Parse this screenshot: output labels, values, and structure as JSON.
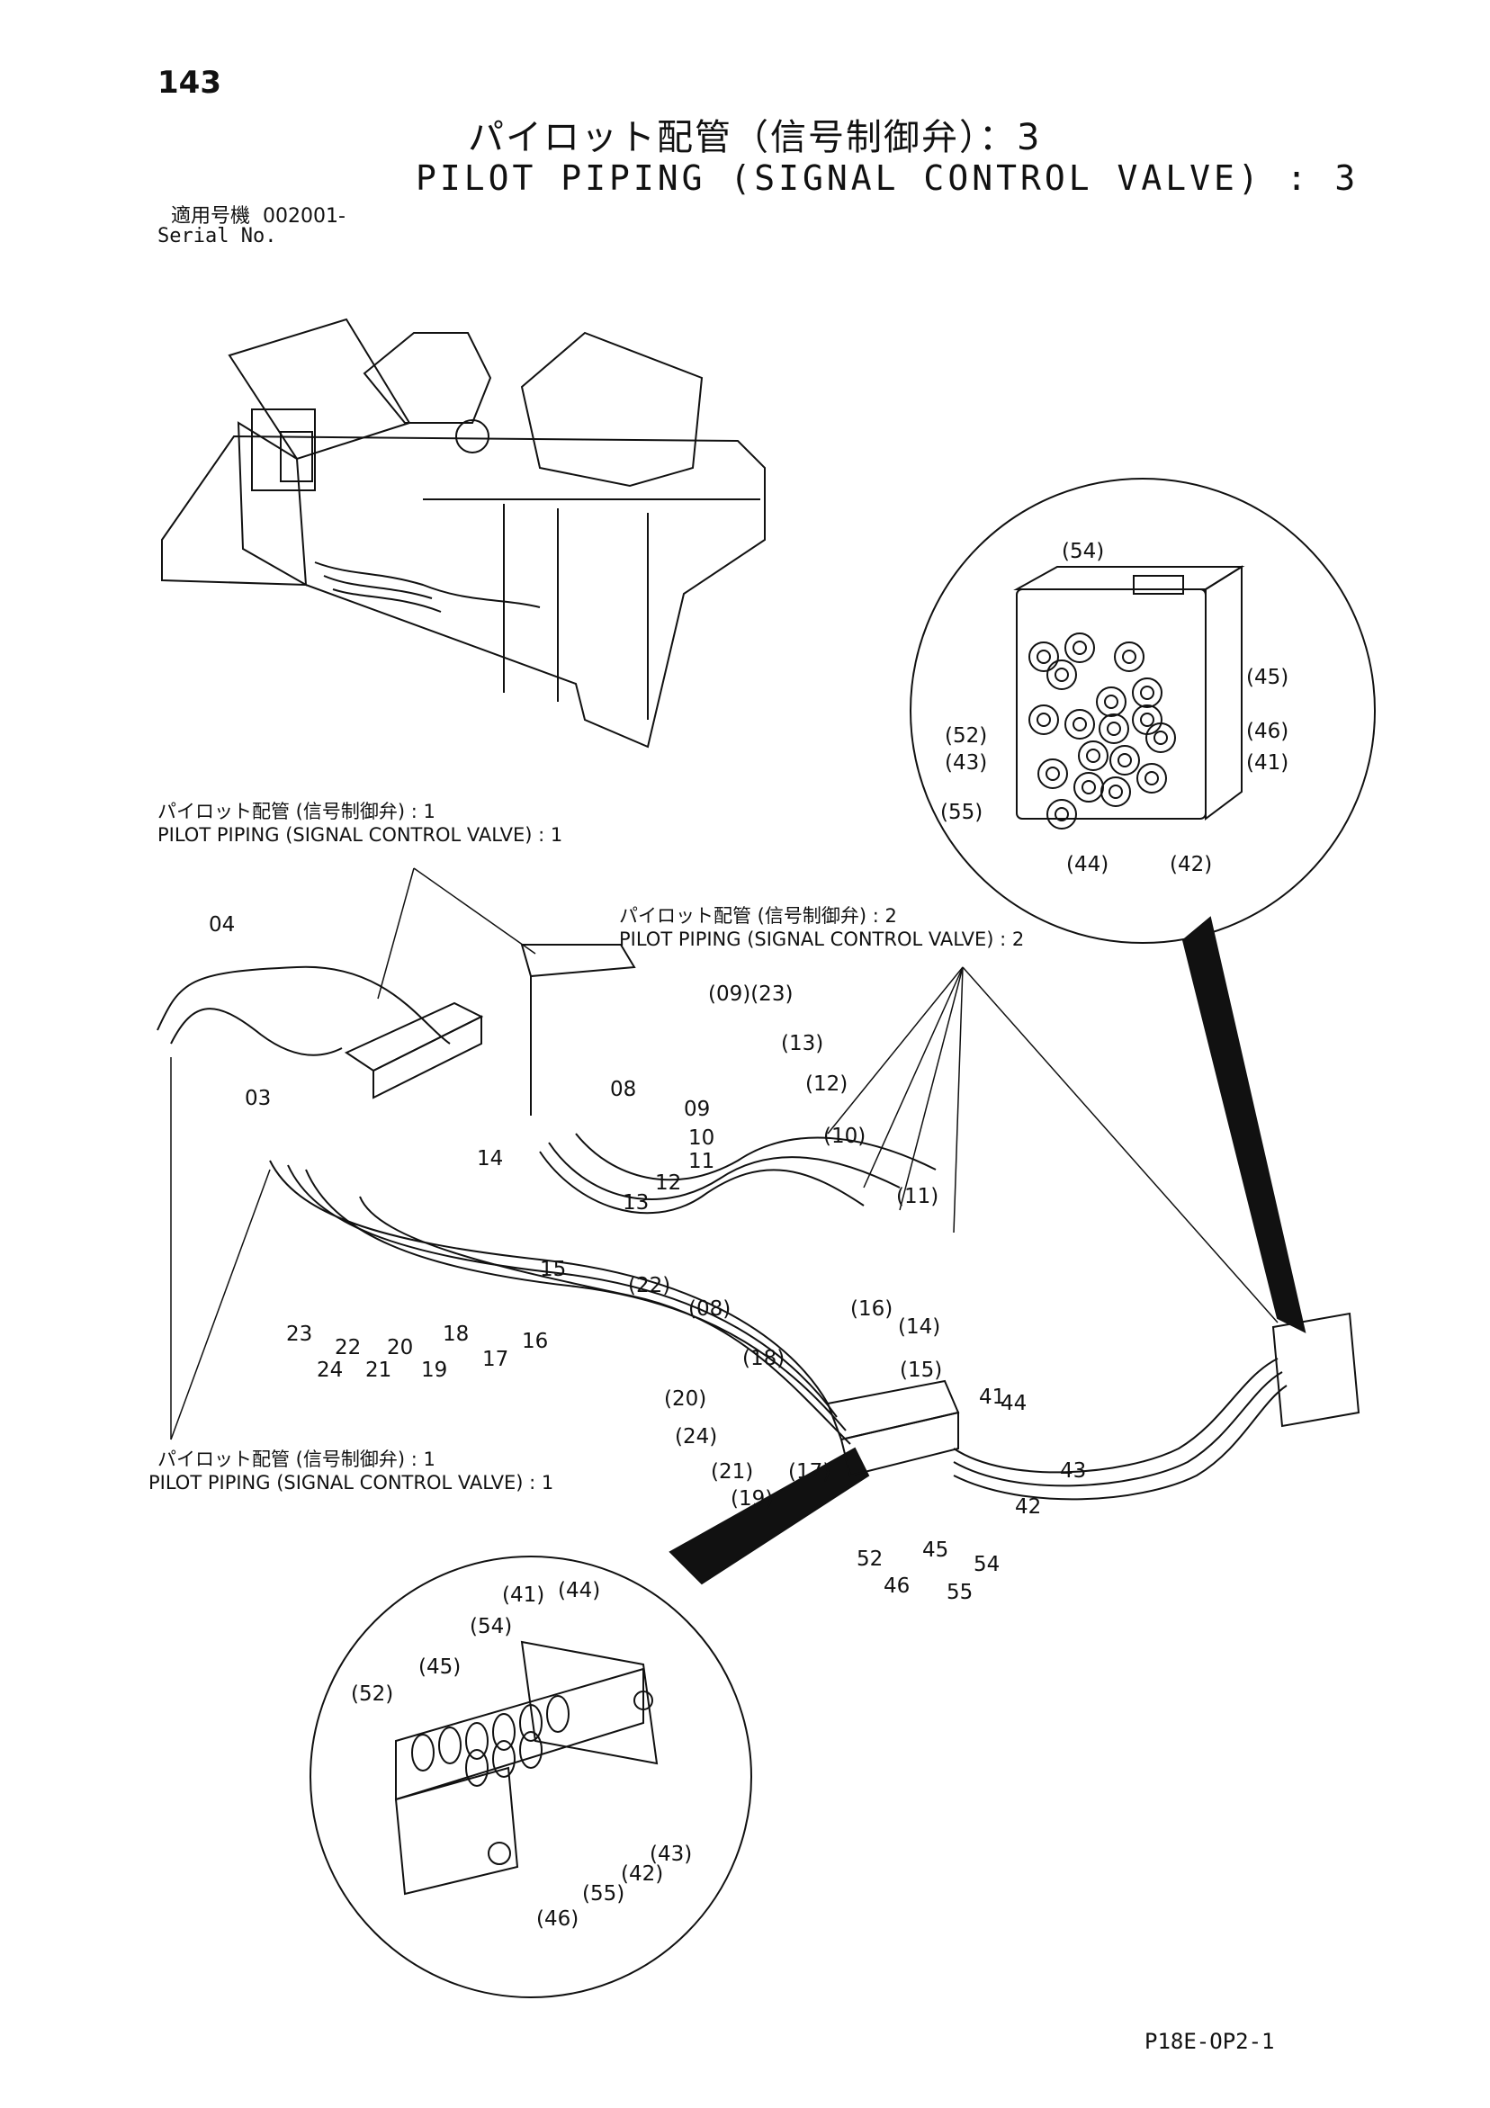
{
  "page_number": "143",
  "title_jp": "パイロット配管（信号制御弁）：3",
  "title_en": "PILOT PIPING (SIGNAL CONTROL VALVE) : 3",
  "serial": {
    "label_jp": "適用号機",
    "value": "002001-",
    "label_en": "Serial No."
  },
  "references": [
    {
      "jp": "パイロット配管 (信号制御弁) : 1",
      "en": "PILOT PIPING (SIGNAL CONTROL VALVE) : 1"
    },
    {
      "jp": "パイロット配管 (信号制御弁) : 2",
      "en": "PILOT PIPING (SIGNAL CONTROL VALVE) : 2"
    },
    {
      "jp": "パイロット配管 (信号制御弁) : 1",
      "en": "PILOT PIPING (SIGNAL CONTROL VALVE) : 1"
    }
  ],
  "upper_detail_labels": [
    "(54)",
    "(45)",
    "(52)",
    "(46)",
    "(43)",
    "(41)",
    "(55)",
    "(44)",
    "(42)"
  ],
  "main_labels": [
    "04",
    "03",
    "08",
    "09",
    "10",
    "11",
    "12",
    "13",
    "14",
    "15",
    "16",
    "17",
    "18",
    "19",
    "20",
    "21",
    "22",
    "23",
    "24",
    "(09)(23)",
    "(13)",
    "(12)",
    "(10)",
    "(11)",
    "(22)",
    "(08)",
    "(16)",
    "(14)",
    "(18)",
    "(15)",
    "(20)",
    "(24)",
    "(21)",
    "(19)",
    "(17)",
    "41",
    "44",
    "43",
    "42",
    "52",
    "45",
    "54",
    "46",
    "55"
  ],
  "lower_detail_labels": [
    "(41)",
    "(44)",
    "(54)",
    "(45)",
    "(52)",
    "(43)",
    "(42)",
    "(55)",
    "(46)"
  ],
  "drawing_code": "P18E-OP2-1"
}
